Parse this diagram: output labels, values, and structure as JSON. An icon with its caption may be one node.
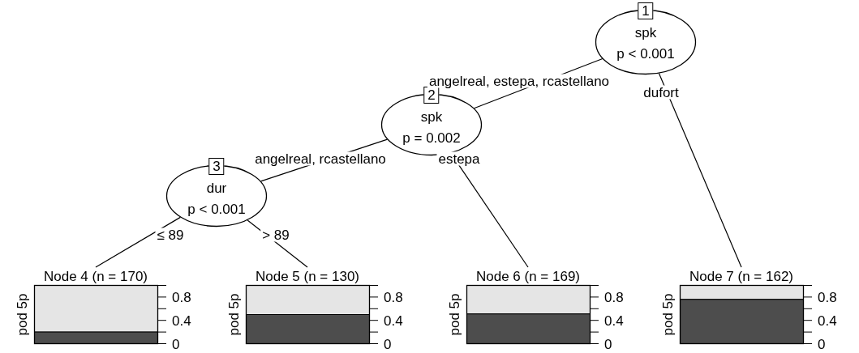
{
  "diagram": {
    "nodes": [
      {
        "text": [
          "1",
          "spk",
          "p < 0.001"
        ]
      },
      {
        "text": [
          "2",
          "spk",
          "p = 0.002"
        ]
      },
      {
        "text": [
          "3",
          "dur",
          "p < 0.001"
        ]
      },
      {
        "text": [
          "Node 4 (n = 170)"
        ],
        "beside": [
          "pod 5p",
          "0.8",
          "0.4",
          "0"
        ]
      },
      {
        "text": [
          "Node 5 (n = 130)"
        ],
        "beside": [
          "pod 5p",
          "0.8",
          "0.4",
          "0"
        ]
      },
      {
        "text": [
          "Node 6 (n = 169)"
        ],
        "beside": [
          "pod 5p",
          "0.8",
          "0.4",
          "0"
        ]
      },
      {
        "text": [
          "Node 7 (n = 162)"
        ],
        "beside": [
          "pod 5p",
          "0.8",
          "0.4",
          "0"
        ]
      }
    ],
    "edges": [
      {
        "from": 0,
        "to": 1,
        "arrow": "none",
        "label": "angelreal, estepa, rcastellano"
      },
      {
        "from": 0,
        "to": 6,
        "arrow": "none",
        "label": "dufort"
      },
      {
        "from": 1,
        "to": 2,
        "arrow": "none",
        "label": "angelreal, rcastellano"
      },
      {
        "from": 1,
        "to": 5,
        "arrow": "none",
        "label": "estepa"
      },
      {
        "from": 2,
        "to": 3,
        "arrow": "none",
        "label": "≤ 89"
      },
      {
        "from": 2,
        "to": 4,
        "arrow": "none",
        "label": "> 89"
      }
    ]
  }
}
